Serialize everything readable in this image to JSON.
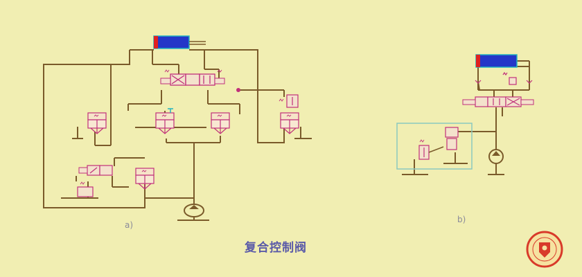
{
  "diagram": {
    "label_a": "a)",
    "label_b": "b)",
    "caption": "复合控制阀"
  },
  "colors": {
    "background": "#f1eeb2",
    "line": "#7a5a2a",
    "cylinder_body": "#2436c8",
    "cylinder_end": "#e02020",
    "valve_outline": "#c0307a",
    "highlight_box": "#8ac8c0",
    "caption": "#5a5aa8",
    "label": "#8a8a9a"
  },
  "icons": [
    "hydraulic-cylinder-icon",
    "directional-valve-icon",
    "relief-valve-icon",
    "pump-icon",
    "logo-seal-icon"
  ]
}
